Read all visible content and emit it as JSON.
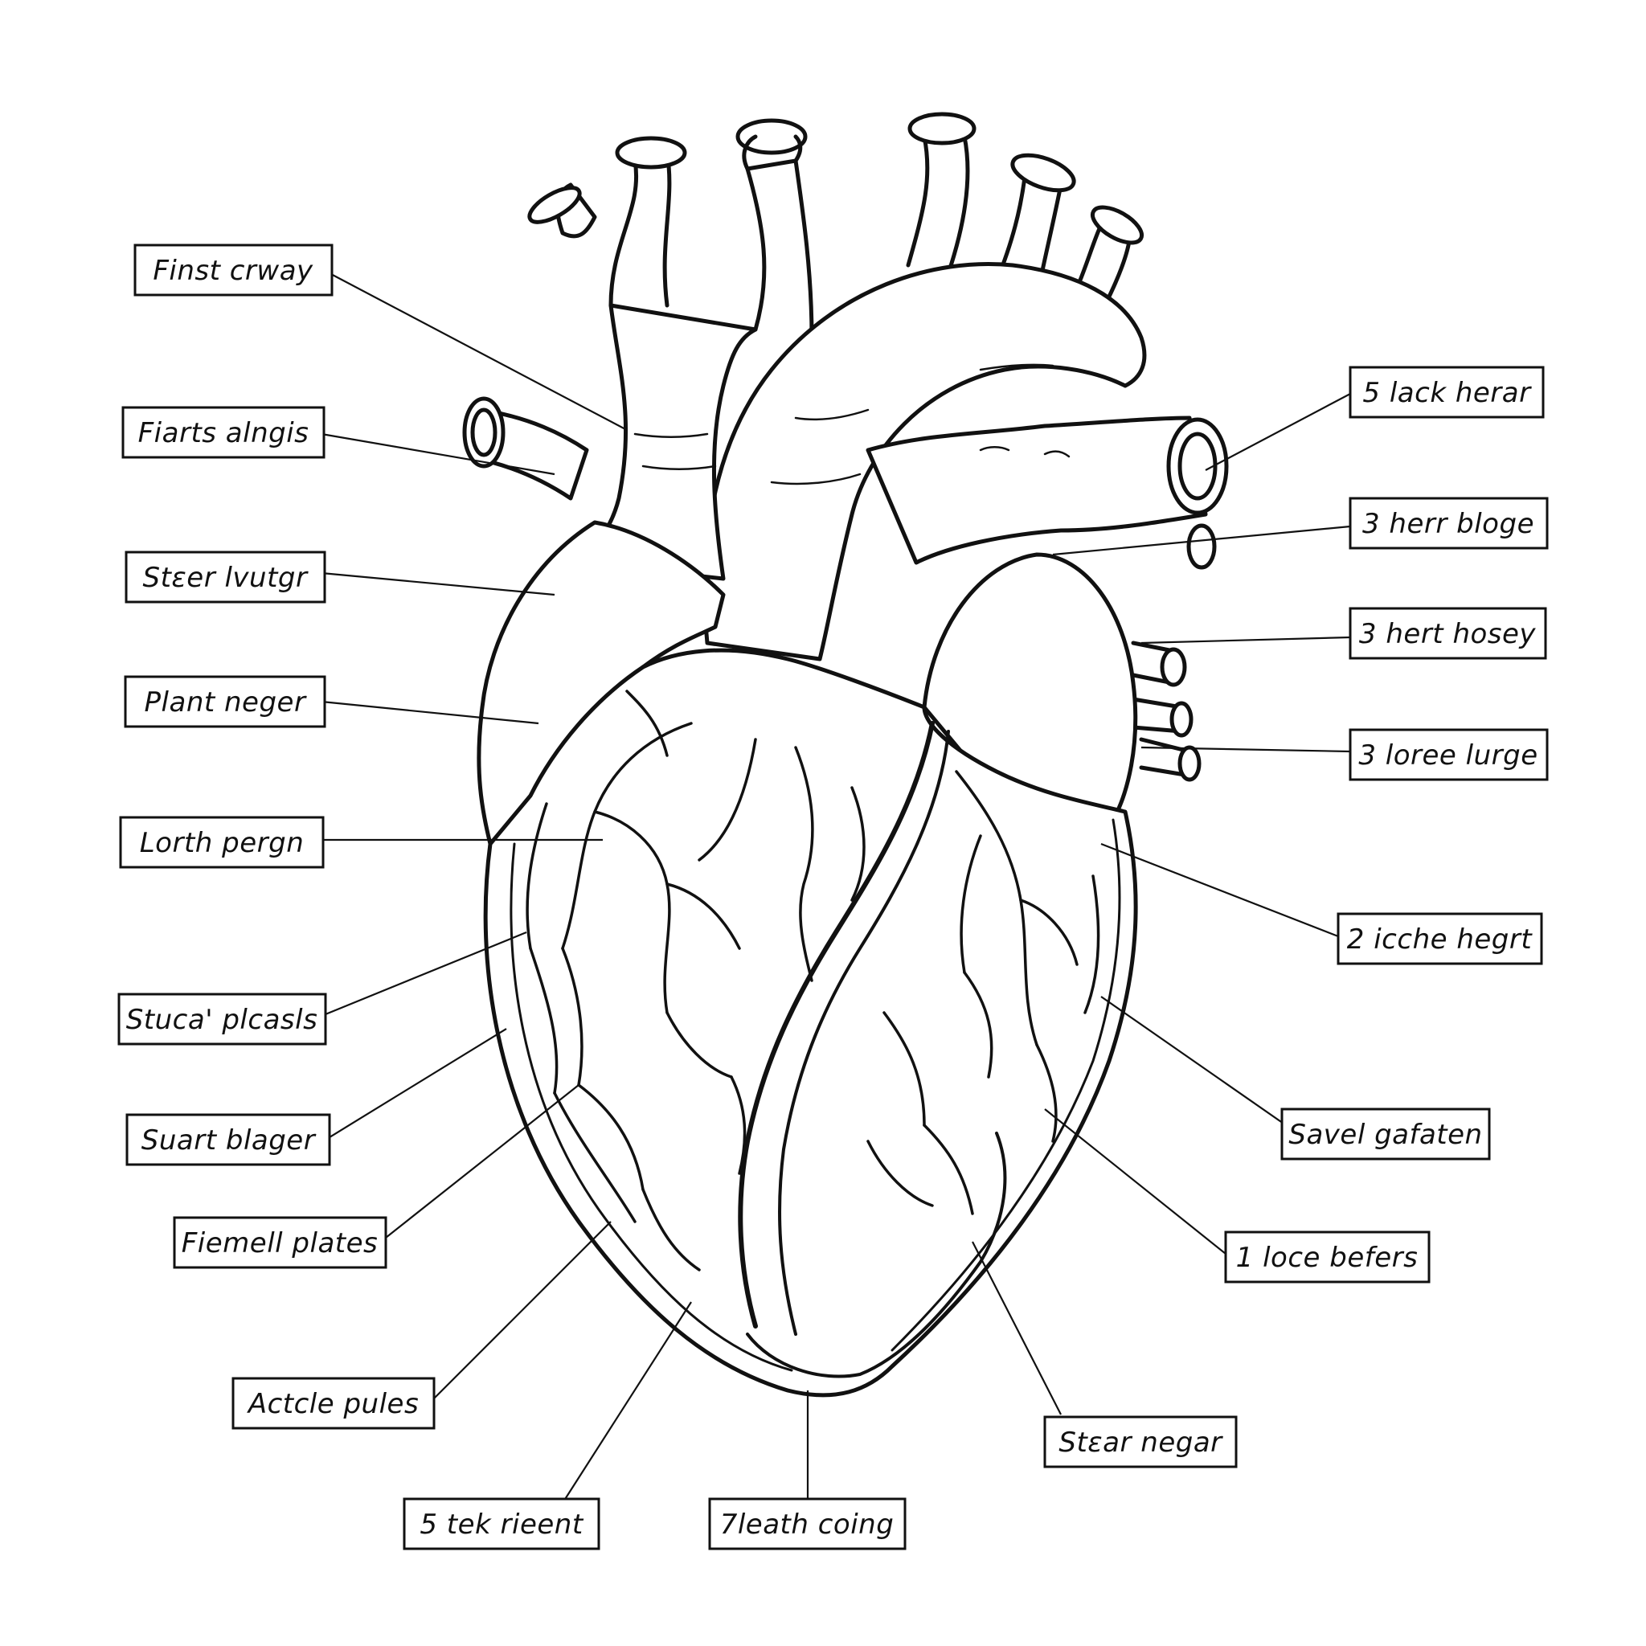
{
  "colors": {
    "ink": "#111111",
    "background": "#ffffff"
  },
  "labels": {
    "l1": "Finst crway",
    "l2": "Fiarts alngis",
    "l3": "Stεer lvutgr",
    "l4": "Plant neger",
    "l5": "Lorth pergn",
    "l6": "Stuca' plcasls",
    "l7": "Suart blager",
    "l8": "Fiemell plates",
    "l9": "Actcle pules",
    "l10": "5 tek rieent",
    "l11": "7leath coing",
    "l12": "Stεar negar",
    "l13": "1 loce befers",
    "l14": "Savel gafaten",
    "l15": "2 icche hegrt",
    "l16": "3 loree lurge",
    "l17": "3 hert hosey",
    "l18": "3 herr bloge",
    "l19": "5 lack herar"
  }
}
